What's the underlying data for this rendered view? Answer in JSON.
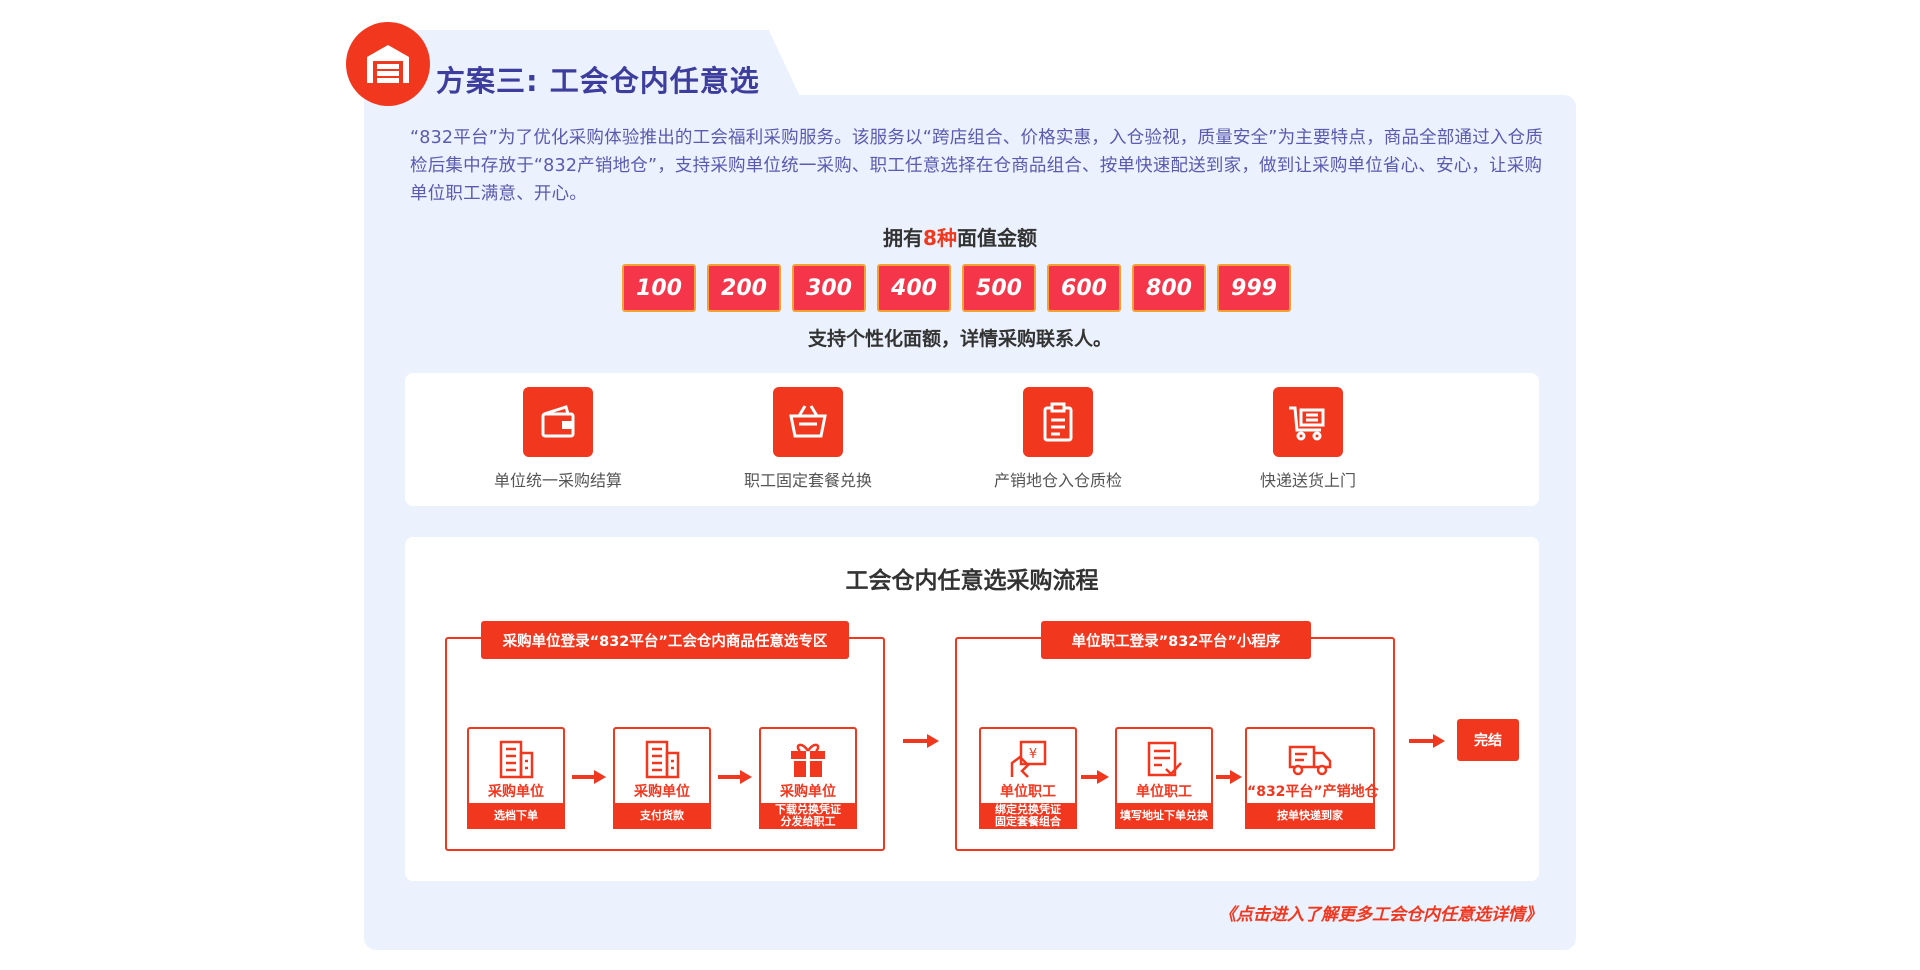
{
  "header": {
    "title": "方案三: 工会仓内任意选",
    "icon": "warehouse-icon"
  },
  "intro": {
    "text": "“832平台”为了优化采购体验推出的工会福利采购服务。该服务以“跨店组合、价格实惠，入仓验视，质量安全”为主要特点，商品全部通过入仓质检后集中存放于“832产销地仓”，支持采购单位统一采购、职工任意选择在仓商品组合、按单快速配送到家，做到让采购单位省心、安心，让采购单位职工满意、开心。"
  },
  "denominations": {
    "title_prefix": "拥有",
    "title_highlight": "8种",
    "title_suffix": "面值金额",
    "values": [
      "100",
      "200",
      "300",
      "400",
      "500",
      "600",
      "800",
      "999"
    ],
    "note": "支持个性化面额，详情采购联系人。"
  },
  "features": [
    {
      "label": "单位统一采购结算",
      "icon": "wallet-icon"
    },
    {
      "label": "职工固定套餐兑换",
      "icon": "basket-icon"
    },
    {
      "label": "产销地仓入仓质检",
      "icon": "clipboard-icon"
    },
    {
      "label": "快递送货上门",
      "icon": "cart-icon"
    }
  ],
  "process": {
    "title": "工会仓内任意选采购流程",
    "group1": {
      "header": "采购单位登录“832平台”工会仓内商品任意选专区",
      "steps": [
        {
          "name": "采购单位",
          "action": "选档下单",
          "action2": "",
          "icon": "building-icon"
        },
        {
          "name": "采购单位",
          "action": "支付货款",
          "action2": "",
          "icon": "building-icon"
        },
        {
          "name": "采购单位",
          "action": "下载兑换凭证",
          "action2": "分发给职工",
          "icon": "gift-icon"
        }
      ]
    },
    "group2": {
      "header": "单位职工登录”832平台”小程序",
      "steps": [
        {
          "name": "单位职工",
          "action": "绑定兑换凭证",
          "action2": "固定套餐组合",
          "icon": "voucher-icon"
        },
        {
          "name": "单位职工",
          "action": "填写地址下单兑换",
          "action2": "",
          "icon": "form-icon"
        },
        {
          "name": "“832平台”产销地仓",
          "action": "按单快递到家",
          "action2": "",
          "icon": "truck-icon"
        }
      ]
    },
    "done_label": "完结"
  },
  "more_link": "《点击进入了解更多工会仓内任意选详情》",
  "colors": {
    "accent": "#f2371f",
    "panel": "#ebf1fd",
    "title": "#3d3d9e",
    "denom": "#f5364a",
    "denom_border": "#f3a233"
  }
}
